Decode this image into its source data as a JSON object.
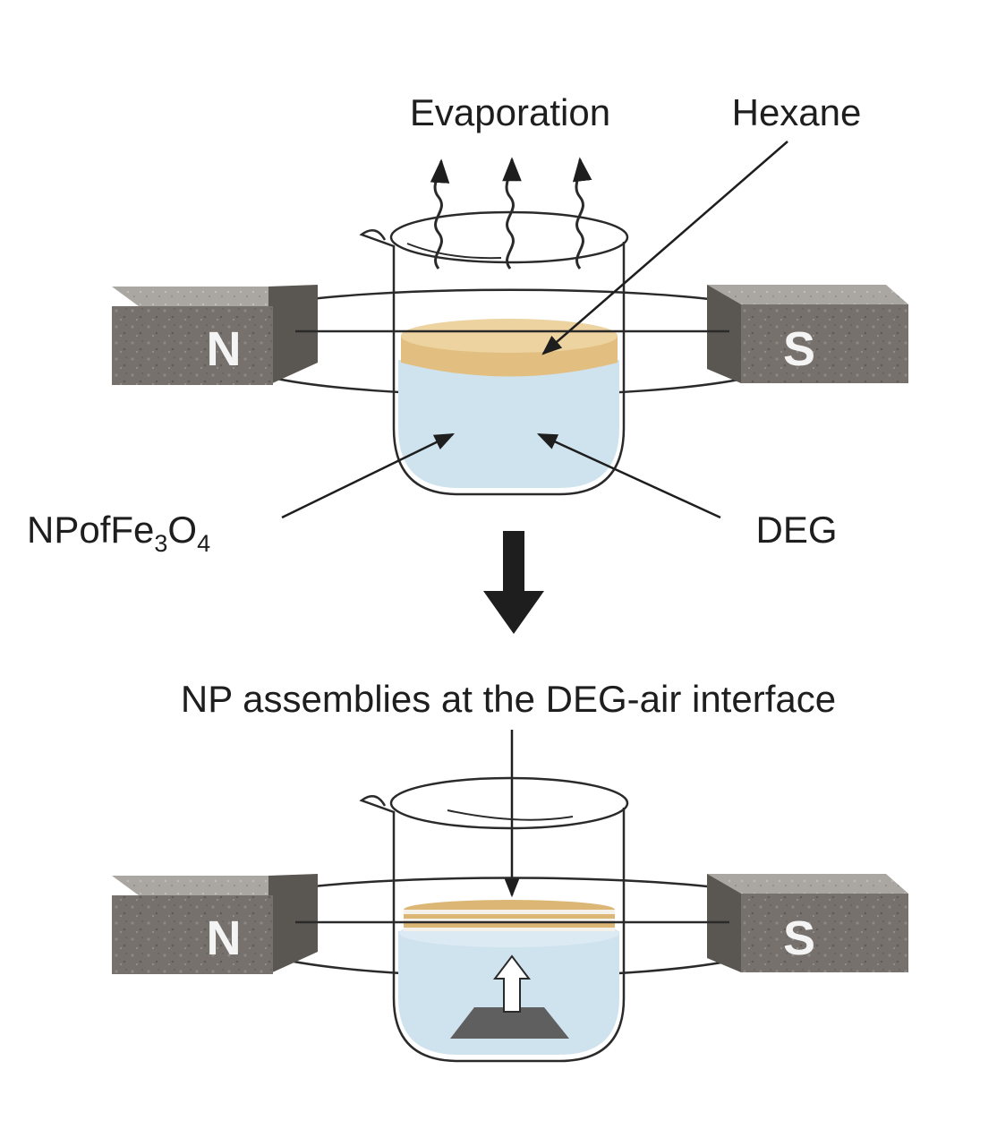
{
  "top_panel": {
    "labels": {
      "evaporation": "Evaporation",
      "hexane": "Hexane",
      "deg": "DEG",
      "np_prefix": "NPofFe",
      "np_sub1": "3",
      "np_mid": "O",
      "np_sub2": "4"
    },
    "magnets": {
      "left_pole": "N",
      "right_pole": "S"
    }
  },
  "bottom_panel": {
    "caption": "NP assemblies at the DEG-air interface",
    "magnets": {
      "left_pole": "N",
      "right_pole": "S"
    }
  },
  "colors": {
    "hexane_layer": "#e6c68a",
    "deg_liquid": "#cfe3ef",
    "magnet_front": "#6f6a66",
    "magnet_top": "#a9a5a1",
    "substrate": "#5f5f5f",
    "line": "#1e1e1e"
  }
}
